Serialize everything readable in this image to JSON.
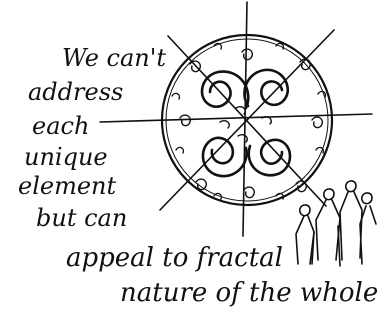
{
  "lines": [
    "We can't",
    "address",
    "each",
    "unique",
    "element",
    "but can",
    "appeal to fractal",
    "nature of the whole"
  ],
  "colors": {
    "ink": "#111111",
    "paper": "#ffffff"
  }
}
